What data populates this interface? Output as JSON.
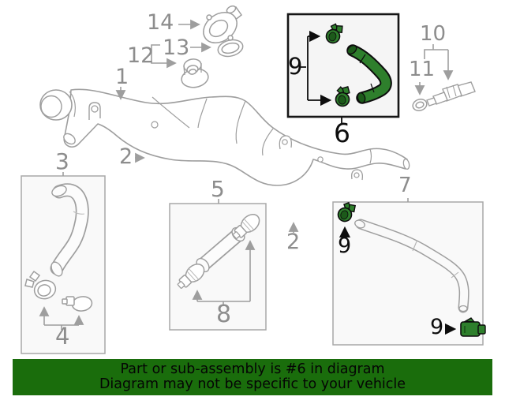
{
  "banner": {
    "line1": "Part or sub-assembly is #6 in diagram",
    "line2": "Diagram may not be specific to your vehicle"
  },
  "labels": {
    "n1": "1",
    "n2": "2",
    "n3": "3",
    "n4": "4",
    "n5": "5",
    "n6": "6",
    "n7": "7",
    "n8": "8",
    "n9": "9",
    "n10": "10",
    "n11": "11",
    "n12": "12",
    "n13": "13",
    "n14": "14"
  },
  "colors": {
    "diagram_line": "#9e9e9e",
    "label_text": "#8d8d8d",
    "highlight_label_text": "#0d0d0d",
    "highlight_part_green": "#2e7f2c",
    "highlight_part_green_dark": "#1c5a1a",
    "highlight_box_border": "#161616",
    "box_border": "#a8a8a8",
    "box_fill": "#f9f9f9",
    "banner_background": "#1a6d0c",
    "banner_text": "#050505"
  }
}
